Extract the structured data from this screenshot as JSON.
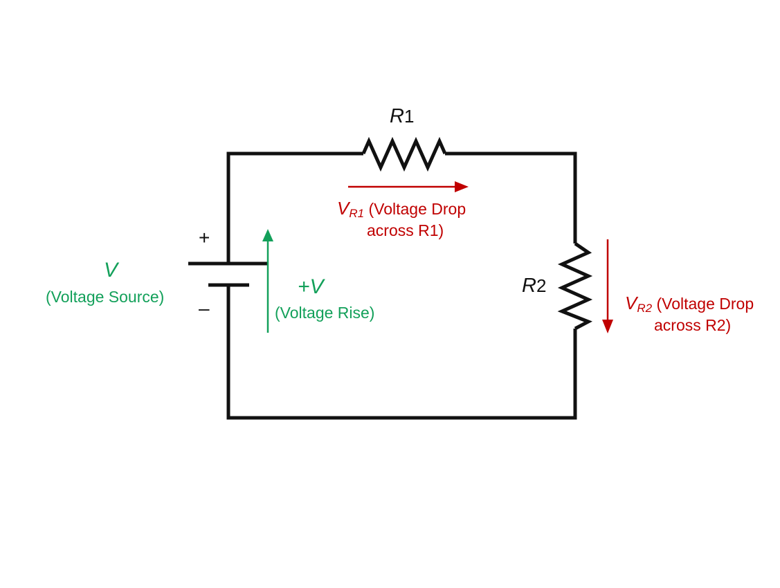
{
  "colors": {
    "wire": "#111111",
    "source": "#13a05a",
    "drop": "#c00000"
  },
  "labels": {
    "r1": {
      "symbol": "R",
      "subscript": "1"
    },
    "r2": {
      "symbol": "R",
      "subscript": "2"
    },
    "plus": "+",
    "minus": "–",
    "source": {
      "symbol": "V",
      "desc": "(Voltage Source)"
    },
    "rise": {
      "symbol": "+V",
      "desc": "(Voltage Rise)"
    },
    "vr1": {
      "symbol": "V",
      "subscript": "R1",
      "line1": " (Voltage Drop",
      "line2": "across R1)"
    },
    "vr2": {
      "symbol": "V",
      "subscript": "R2",
      "line1": " (Voltage Drop",
      "line2": "across R2)"
    }
  }
}
